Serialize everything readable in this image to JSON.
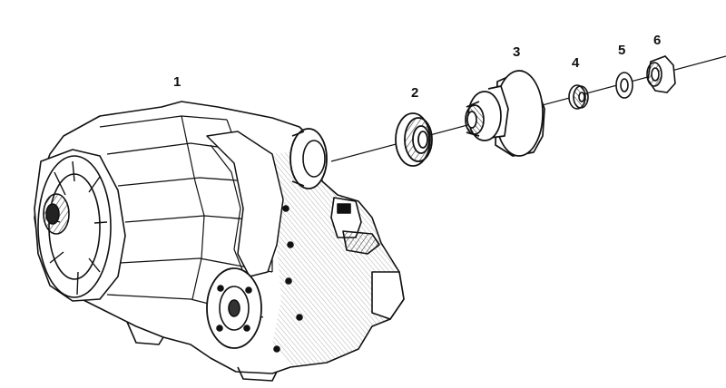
{
  "callouts": [
    "1",
    "2",
    "3",
    "4",
    "5",
    "6"
  ],
  "colors": {
    "ink": "#111111",
    "paper": "#ffffff",
    "shade": "#555555"
  }
}
